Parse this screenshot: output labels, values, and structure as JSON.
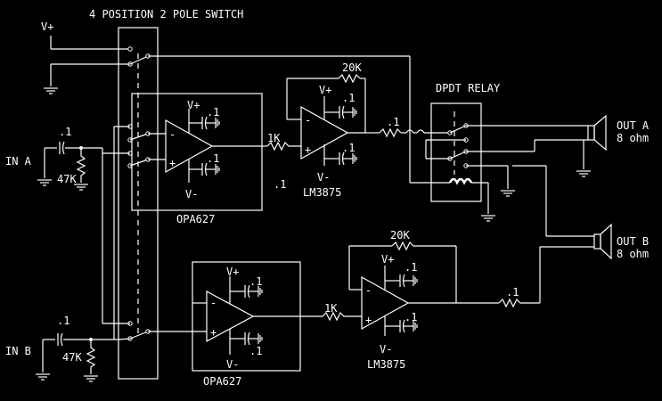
{
  "title": "4 POSITION 2 POLE SWITCH",
  "labels": {
    "vplus_top": "V+",
    "in_a": "IN A",
    "in_b": "IN B",
    "cap_in_a": ".1",
    "cap_in_b": ".1",
    "res_in_a": "47K",
    "res_in_b": "47K",
    "opamp_a": "OPA627",
    "opamp_b": "OPA627",
    "amp_a": "LM3875",
    "amp_b": "LM3875",
    "res_1k_a": "1K",
    "res_1k_b": "1K",
    "res_20k_a": "20K",
    "res_20k_b": "20K",
    "rail_pos": "V+",
    "rail_neg": "V-",
    "bypass_cap": ".1",
    "out_cap_a": ".1",
    "out_cap_b": ".1",
    "loose_cap_a": ".1",
    "relay": "DPDT RELAY",
    "out_a": "OUT A",
    "out_b": "OUT B",
    "ohm_a": "8 ohm",
    "ohm_b": "8 ohm"
  }
}
